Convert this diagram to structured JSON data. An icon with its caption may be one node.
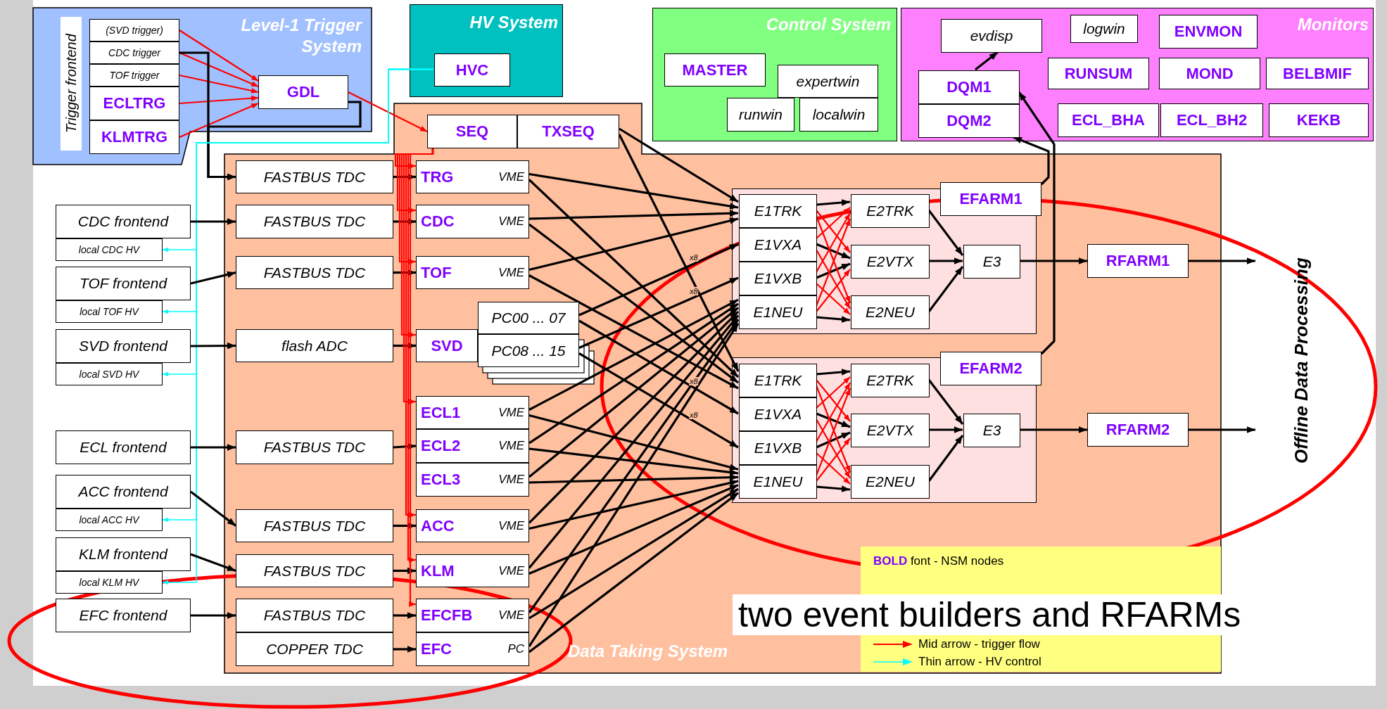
{
  "diagram": {
    "nodes": [
      {
        "text": [
          "Level-1 Trigger System"
        ]
      },
      {
        "text": [
          "Trigger frontend"
        ],
        "in": 0
      },
      {
        "text": [
          "(SVD trigger)"
        ],
        "in": 0
      },
      {
        "text": [
          "CDC trigger"
        ],
        "in": 0
      },
      {
        "text": [
          "TOF trigger"
        ],
        "in": 0
      },
      {
        "text": [
          "ECLTRG"
        ],
        "in": 0
      },
      {
        "text": [
          "KLMTRG"
        ],
        "in": 0
      },
      {
        "text": [
          "GDL"
        ],
        "in": 0
      },
      {
        "text": [
          "HV System"
        ]
      },
      {
        "text": [
          "HVC"
        ],
        "in": 8
      },
      {
        "text": [
          "Control System"
        ]
      },
      {
        "text": [
          "MASTER"
        ],
        "in": 10
      },
      {
        "text": [
          "expertwin"
        ],
        "in": 10
      },
      {
        "text": [
          "runwin"
        ],
        "in": 10
      },
      {
        "text": [
          "localwin"
        ],
        "in": 10
      },
      {
        "text": [
          "Monitors"
        ]
      },
      {
        "text": [
          "evdisp"
        ],
        "in": 15
      },
      {
        "text": [
          "logwin"
        ],
        "in": 15
      },
      {
        "text": [
          "ENVMON"
        ],
        "in": 15
      },
      {
        "text": [
          "DQM1"
        ],
        "in": 15
      },
      {
        "text": [
          "RUNSUM"
        ],
        "in": 15
      },
      {
        "text": [
          "MOND"
        ],
        "in": 15
      },
      {
        "text": [
          "BELBMIF"
        ],
        "in": 15
      },
      {
        "text": [
          "DQM2"
        ],
        "in": 15
      },
      {
        "text": [
          "ECL_BHA"
        ],
        "in": 15
      },
      {
        "text": [
          "ECL_BH2"
        ],
        "in": 15
      },
      {
        "text": [
          "KEKB"
        ],
        "in": 15
      },
      {
        "text": [
          "Data Taking System"
        ]
      },
      {
        "text": [
          "SEQ"
        ],
        "in": 27
      },
      {
        "text": [
          "TXSEQ"
        ],
        "in": 27
      },
      {
        "text": [
          "CDC frontend"
        ]
      },
      {
        "text": [
          "local CDC HV"
        ]
      },
      {
        "text": [
          "TOF frontend"
        ]
      },
      {
        "text": [
          "local TOF HV"
        ]
      },
      {
        "text": [
          "SVD frontend"
        ]
      },
      {
        "text": [
          "local SVD HV"
        ]
      },
      {
        "text": [
          "ECL frontend"
        ]
      },
      {
        "text": [
          "ACC frontend"
        ]
      },
      {
        "text": [
          "local ACC HV"
        ]
      },
      {
        "text": [
          "KLM frontend"
        ]
      },
      {
        "text": [
          "local KLM HV"
        ]
      },
      {
        "text": [
          "EFC frontend"
        ]
      },
      {
        "text": [
          "FASTBUS TDC"
        ],
        "in": 27
      },
      {
        "text": [
          "FASTBUS TDC"
        ],
        "in": 27
      },
      {
        "text": [
          "FASTBUS TDC"
        ],
        "in": 27
      },
      {
        "text": [
          "flash ADC"
        ],
        "in": 27
      },
      {
        "text": [
          "FASTBUS TDC"
        ],
        "in": 27
      },
      {
        "text": [
          "FASTBUS TDC"
        ],
        "in": 27
      },
      {
        "text": [
          "FASTBUS TDC"
        ],
        "in": 27
      },
      {
        "text": [
          "FASTBUS TDC"
        ],
        "in": 27
      },
      {
        "text": [
          "COPPER TDC"
        ],
        "in": 27
      },
      {
        "text": [
          "TRG",
          "VME"
        ],
        "in": 27
      },
      {
        "text": [
          "CDC",
          "VME"
        ],
        "in": 27
      },
      {
        "text": [
          "TOF",
          "VME"
        ],
        "in": 27
      },
      {
        "text": [
          "SVD"
        ],
        "in": 27
      },
      {
        "text": [
          "PC00 ... 07"
        ],
        "in": 27
      },
      {
        "text": [
          "PC08 ... 15"
        ],
        "in": 27
      },
      {
        "text": [
          "ECL1",
          "VME"
        ],
        "in": 27
      },
      {
        "text": [
          "ECL2",
          "VME"
        ],
        "in": 27
      },
      {
        "text": [
          "ECL3",
          "VME"
        ],
        "in": 27
      },
      {
        "text": [
          "ACC",
          "VME"
        ],
        "in": 27
      },
      {
        "text": [
          "KLM",
          "VME"
        ],
        "in": 27
      },
      {
        "text": [
          "EFCFB",
          "VME"
        ],
        "in": 27
      },
      {
        "text": [
          "EFC",
          "PC"
        ],
        "in": 27
      },
      {
        "text": [],
        "shape": "box",
        "in": 27
      },
      {
        "text": [
          "EFARM1"
        ],
        "in": 27
      },
      {
        "text": [
          "E1TRK"
        ],
        "in": 64
      },
      {
        "text": [
          "E1VXA"
        ],
        "in": 64
      },
      {
        "text": [
          "E1VXB"
        ],
        "in": 64
      },
      {
        "text": [
          "E1NEU"
        ],
        "in": 64
      },
      {
        "text": [
          "E2TRK"
        ],
        "in": 64
      },
      {
        "text": [
          "E2VTX"
        ],
        "in": 64
      },
      {
        "text": [
          "E2NEU"
        ],
        "in": 64
      },
      {
        "text": [
          "E3"
        ],
        "in": 64
      },
      {
        "text": [
          "RFARM1"
        ],
        "in": 27
      },
      {
        "text": [],
        "shape": "box",
        "in": 27
      },
      {
        "text": [
          "EFARM2"
        ],
        "in": 27
      },
      {
        "text": [
          "E1TRK"
        ],
        "in": 75
      },
      {
        "text": [
          "E1VXA"
        ],
        "in": 75
      },
      {
        "text": [
          "E1VXB"
        ],
        "in": 75
      },
      {
        "text": [
          "E1NEU"
        ],
        "in": 75
      },
      {
        "text": [
          "E2TRK"
        ],
        "in": 75
      },
      {
        "text": [
          "E2VTX"
        ],
        "in": 75
      },
      {
        "text": [
          "E2NEU"
        ],
        "in": 75
      },
      {
        "text": [
          "E3"
        ],
        "in": 75
      },
      {
        "text": [
          "RFARM2"
        ],
        "in": 27
      }
    ],
    "edges": [
      {
        "from": 2,
        "to": 7,
        "arrow": "to",
        "color": "#ff0000"
      },
      {
        "from": 3,
        "to": 7,
        "arrow": "to",
        "color": "#ff0000"
      },
      {
        "from": 4,
        "to": 7,
        "arrow": "to",
        "color": "#ff0000"
      },
      {
        "from": 5,
        "to": 7,
        "arrow": "to",
        "color": "#ff0000"
      },
      {
        "from": 6,
        "to": 7,
        "arrow": "to",
        "color": "#ff0000"
      },
      {
        "from": 7,
        "to": 28,
        "arrow": "to",
        "color": "#ff0000"
      },
      {
        "from": 3,
        "to": 42,
        "arrow": "to"
      },
      {
        "from": 7,
        "to": 42,
        "arrow": "to"
      },
      {
        "from": 9,
        "to": 31,
        "arrow": "to",
        "color": "#00ffff"
      },
      {
        "from": 9,
        "to": 33,
        "arrow": "to",
        "color": "#00ffff"
      },
      {
        "from": 9,
        "to": 35,
        "arrow": "to",
        "color": "#00ffff"
      },
      {
        "from": 9,
        "to": 38,
        "arrow": "to",
        "color": "#00ffff"
      },
      {
        "from": 9,
        "to": 40,
        "arrow": "to",
        "color": "#00ffff"
      },
      {
        "from": 30,
        "to": 43,
        "arrow": "to"
      },
      {
        "from": 32,
        "to": 44,
        "arrow": "to"
      },
      {
        "from": 34,
        "to": 45,
        "arrow": "to"
      },
      {
        "from": 36,
        "to": 46,
        "arrow": "to"
      },
      {
        "from": 37,
        "to": 47,
        "arrow": "to"
      },
      {
        "from": 39,
        "to": 48,
        "arrow": "to"
      },
      {
        "from": 41,
        "to": 49,
        "arrow": "to"
      },
      {
        "from": 42,
        "to": 51,
        "arrow": "to"
      },
      {
        "from": 43,
        "to": 52,
        "arrow": "to"
      },
      {
        "from": 44,
        "to": 53,
        "arrow": "to"
      },
      {
        "from": 45,
        "to": 54,
        "arrow": "to"
      },
      {
        "from": 46,
        "to": 58,
        "arrow": "to"
      },
      {
        "from": 47,
        "to": 60,
        "arrow": "to"
      },
      {
        "from": 48,
        "to": 61,
        "arrow": "to"
      },
      {
        "from": 49,
        "to": 62,
        "arrow": "to"
      },
      {
        "from": 50,
        "to": 63,
        "arrow": "to"
      },
      {
        "from": 28,
        "to": 51,
        "arrow": "to",
        "color": "#ff0000"
      },
      {
        "from": 28,
        "to": 52,
        "arrow": "to",
        "color": "#ff0000"
      },
      {
        "from": 28,
        "to": 53,
        "arrow": "to",
        "color": "#ff0000"
      },
      {
        "from": 28,
        "to": 54,
        "arrow": "to",
        "color": "#ff0000"
      },
      {
        "from": 28,
        "to": 57,
        "arrow": "to",
        "color": "#ff0000"
      },
      {
        "from": 28,
        "to": 60,
        "arrow": "to",
        "color": "#ff0000"
      },
      {
        "from": 28,
        "to": 61,
        "arrow": "to",
        "color": "#ff0000"
      },
      {
        "from": 28,
        "to": 62,
        "arrow": "to",
        "color": "#ff0000"
      },
      {
        "from": 29,
        "to": 66,
        "arrow": "to"
      },
      {
        "from": 29,
        "to": 77,
        "arrow": "to"
      },
      {
        "from": 51,
        "to": 66,
        "arrow": "to"
      },
      {
        "from": 51,
        "to": 77,
        "arrow": "to"
      },
      {
        "from": 52,
        "to": 66,
        "arrow": "to"
      },
      {
        "from": 52,
        "to": 77,
        "arrow": "to"
      },
      {
        "from": 53,
        "to": 66,
        "arrow": "to"
      },
      {
        "from": 53,
        "to": 77,
        "arrow": "to"
      },
      {
        "from": 55,
        "to": 67,
        "arrow": "to",
        "label": "x8"
      },
      {
        "from": 55,
        "to": 78,
        "arrow": "to",
        "label": "x8"
      },
      {
        "from": 56,
        "to": 68,
        "arrow": "to",
        "label": "x8"
      },
      {
        "from": 56,
        "to": 79,
        "arrow": "to",
        "label": "x8"
      },
      {
        "from": 57,
        "to": 69,
        "arrow": "to"
      },
      {
        "from": 57,
        "to": 80,
        "arrow": "to"
      },
      {
        "from": 58,
        "to": 69,
        "arrow": "to"
      },
      {
        "from": 58,
        "to": 80,
        "arrow": "to"
      },
      {
        "from": 59,
        "to": 69,
        "arrow": "to"
      },
      {
        "from": 59,
        "to": 80,
        "arrow": "to"
      },
      {
        "from": 60,
        "to": 69,
        "arrow": "to"
      },
      {
        "from": 60,
        "to": 80,
        "arrow": "to"
      },
      {
        "from": 61,
        "to": 69,
        "arrow": "to"
      },
      {
        "from": 61,
        "to": 80,
        "arrow": "to"
      },
      {
        "from": 62,
        "to": 69,
        "arrow": "to"
      },
      {
        "from": 62,
        "to": 80,
        "arrow": "to"
      },
      {
        "from": 63,
        "to": 69,
        "arrow": "to"
      },
      {
        "from": 63,
        "to": 80,
        "arrow": "to"
      },
      {
        "from": 66,
        "to": 70,
        "arrow": "to"
      },
      {
        "from": 67,
        "to": 71,
        "arrow": "to"
      },
      {
        "from": 68,
        "to": 71,
        "arrow": "to"
      },
      {
        "from": 69,
        "to": 72,
        "arrow": "to"
      },
      {
        "from": 66,
        "to": 71,
        "arrow": "to",
        "color": "#ff0000"
      },
      {
        "from": 66,
        "to": 72,
        "arrow": "to",
        "color": "#ff0000"
      },
      {
        "from": 67,
        "to": 70,
        "arrow": "to",
        "color": "#ff0000"
      },
      {
        "from": 67,
        "to": 72,
        "arrow": "to",
        "color": "#ff0000"
      },
      {
        "from": 68,
        "to": 70,
        "arrow": "to",
        "color": "#ff0000"
      },
      {
        "from": 68,
        "to": 72,
        "arrow": "to",
        "color": "#ff0000"
      },
      {
        "from": 69,
        "to": 70,
        "arrow": "to",
        "color": "#ff0000"
      },
      {
        "from": 69,
        "to": 71,
        "arrow": "to",
        "color": "#ff0000"
      },
      {
        "from": 70,
        "to": 73,
        "arrow": "to"
      },
      {
        "from": 71,
        "to": 73,
        "arrow": "to"
      },
      {
        "from": 72,
        "to": 73,
        "arrow": "to"
      },
      {
        "from": 73,
        "to": 74,
        "arrow": "to"
      },
      {
        "from": 74,
        "to": null,
        "arrow": "to"
      },
      {
        "from": 77,
        "to": 81,
        "arrow": "to"
      },
      {
        "from": 78,
        "to": 82,
        "arrow": "to"
      },
      {
        "from": 79,
        "to": 82,
        "arrow": "to"
      },
      {
        "from": 80,
        "to": 83,
        "arrow": "to"
      },
      {
        "from": 77,
        "to": 82,
        "arrow": "to",
        "color": "#ff0000"
      },
      {
        "from": 77,
        "to": 83,
        "arrow": "to",
        "color": "#ff0000"
      },
      {
        "from": 78,
        "to": 81,
        "arrow": "to",
        "color": "#ff0000"
      },
      {
        "from": 78,
        "to": 83,
        "arrow": "to",
        "color": "#ff0000"
      },
      {
        "from": 79,
        "to": 81,
        "arrow": "to",
        "color": "#ff0000"
      },
      {
        "from": 79,
        "to": 83,
        "arrow": "to",
        "color": "#ff0000"
      },
      {
        "from": 80,
        "to": 81,
        "arrow": "to",
        "color": "#ff0000"
      },
      {
        "from": 80,
        "to": 82,
        "arrow": "to",
        "color": "#ff0000"
      },
      {
        "from": 81,
        "to": 84,
        "arrow": "to"
      },
      {
        "from": 82,
        "to": 84,
        "arrow": "to"
      },
      {
        "from": 83,
        "to": 84,
        "arrow": "to"
      },
      {
        "from": 84,
        "to": 85,
        "arrow": "to"
      },
      {
        "from": 85,
        "to": null,
        "arrow": "to"
      },
      {
        "from": 65,
        "to": 23,
        "arrow": "to"
      },
      {
        "from": 76,
        "to": 19,
        "arrow": "to"
      },
      {
        "from": 19,
        "to": 16,
        "arrow": "to"
      }
    ],
    "labels": [
      "Offline Data Processing",
      "two event builders and RFARMs"
    ],
    "legend": [
      {
        "text": "**BOLD** font - NSM nodes"
      },
      {
        "text": "Mid arrow - trigger flow"
      },
      {
        "text": "Thin arrow - HV control"
      }
    ]
  }
}
